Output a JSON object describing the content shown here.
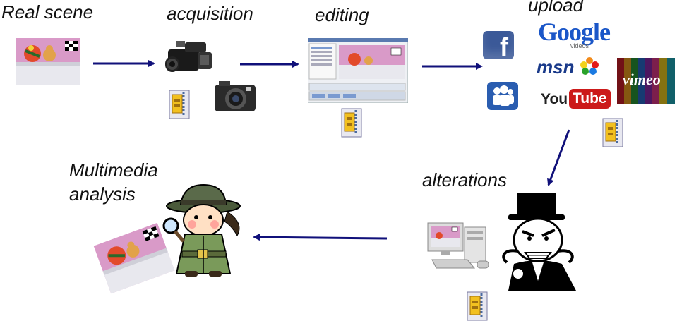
{
  "labels": {
    "real_scene": "Real scene",
    "acquisition": "acquisition",
    "editing": "editing",
    "upload": "upload",
    "alterations": "alterations",
    "multimedia_line1": "Multimedia",
    "multimedia_line2": "analysis"
  },
  "logos": {
    "facebook": "f",
    "google": "Google",
    "google_sub": "videos",
    "msn": "msn",
    "youtube_you": "You",
    "youtube_tube": "Tube",
    "vimeo": "vimeo"
  },
  "colors": {
    "arrow": "#10107a",
    "facebook": "#3b5998",
    "myspace": "#2a5db0",
    "scene_wall": "#d99ac8",
    "scene_floor": "#e8e8ee"
  },
  "icons": [
    "archive-icon",
    "camcorder-icon",
    "camera-icon",
    "desktop-computer-icon",
    "detective-icon",
    "villain-icon",
    "facebook-logo",
    "myspace-logo",
    "google-videos-logo",
    "msn-logo",
    "youtube-logo",
    "vimeo-logo"
  ]
}
